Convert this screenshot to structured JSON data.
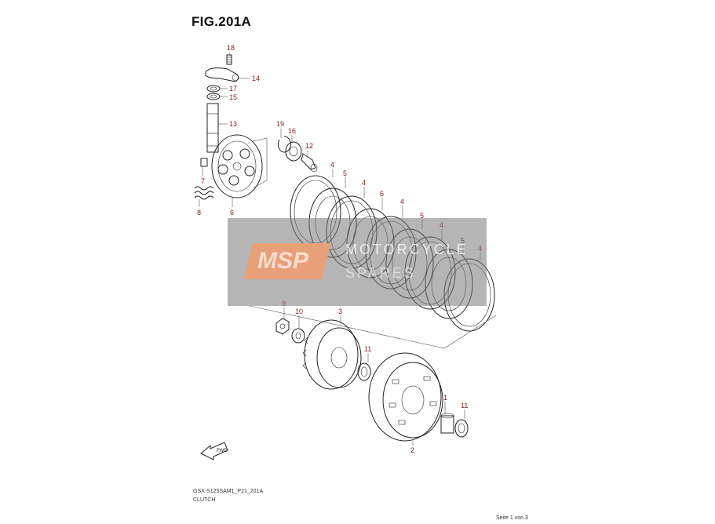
{
  "figure": {
    "title": "FIG.201A",
    "code": "GSX-S125SAM1_P21_201A",
    "name": "CLUTCH",
    "page": "Seite 1 von 3",
    "fwd_label": "FWD"
  },
  "watermark": {
    "logo": "MSP",
    "line1": "MOTORCYCLE",
    "line2": "SPARES"
  },
  "callouts": [
    {
      "id": "c18",
      "label": "18"
    },
    {
      "id": "c14",
      "label": "14"
    },
    {
      "id": "c17",
      "label": "17"
    },
    {
      "id": "c15",
      "label": "15"
    },
    {
      "id": "c13",
      "label": "13"
    },
    {
      "id": "c7",
      "label": "7"
    },
    {
      "id": "c8",
      "label": "8"
    },
    {
      "id": "c6",
      "label": "6"
    },
    {
      "id": "c19",
      "label": "19"
    },
    {
      "id": "c16",
      "label": "16"
    },
    {
      "id": "c12",
      "label": "12"
    },
    {
      "id": "c4a",
      "label": "4"
    },
    {
      "id": "c5a",
      "label": "5"
    },
    {
      "id": "c4b",
      "label": "4"
    },
    {
      "id": "c5b",
      "label": "5"
    },
    {
      "id": "c4c",
      "label": "4"
    },
    {
      "id": "c5c",
      "label": "5"
    },
    {
      "id": "c4d",
      "label": "4"
    },
    {
      "id": "c5d",
      "label": "5"
    },
    {
      "id": "c4e",
      "label": "4"
    },
    {
      "id": "c9",
      "label": "9"
    },
    {
      "id": "c10",
      "label": "10"
    },
    {
      "id": "c3",
      "label": "3"
    },
    {
      "id": "c11a",
      "label": "11"
    },
    {
      "id": "c1",
      "label": "1"
    },
    {
      "id": "c11b",
      "label": "11"
    },
    {
      "id": "c2",
      "label": "2"
    }
  ],
  "colors": {
    "callout": "#8b1a1a",
    "line": "#222222",
    "logo": "#e8a07a"
  }
}
